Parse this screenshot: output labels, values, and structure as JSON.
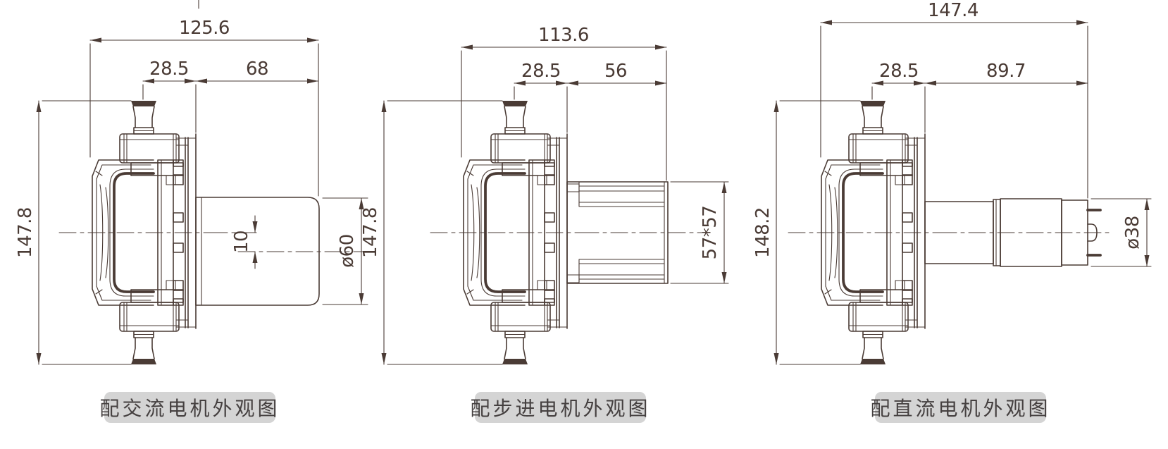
{
  "page": {
    "background": "#ffffff",
    "line_color": "#4a3b35",
    "caption_bg": "#d4d4d4",
    "caption_text_color": "#454040"
  },
  "drawings": [
    {
      "id": "ac-motor",
      "caption": "配交流电机外观图",
      "dim_total_width": "125.6",
      "dim_head": "28.5",
      "dim_motor": "68",
      "dim_height": "147.8",
      "dim_offset": "10",
      "dim_motor_size": "ø60"
    },
    {
      "id": "stepper-motor",
      "caption": "配步进电机外观图",
      "dim_total_width": "113.6",
      "dim_head": "28.5",
      "dim_motor": "56",
      "dim_height": "147.8",
      "dim_motor_size": "57*57"
    },
    {
      "id": "dc-motor",
      "caption": "配直流电机外观图",
      "dim_total_width": "147.4",
      "dim_head": "28.5",
      "dim_motor": "89.7",
      "dim_height": "148.2",
      "dim_motor_size": "ø38"
    }
  ]
}
